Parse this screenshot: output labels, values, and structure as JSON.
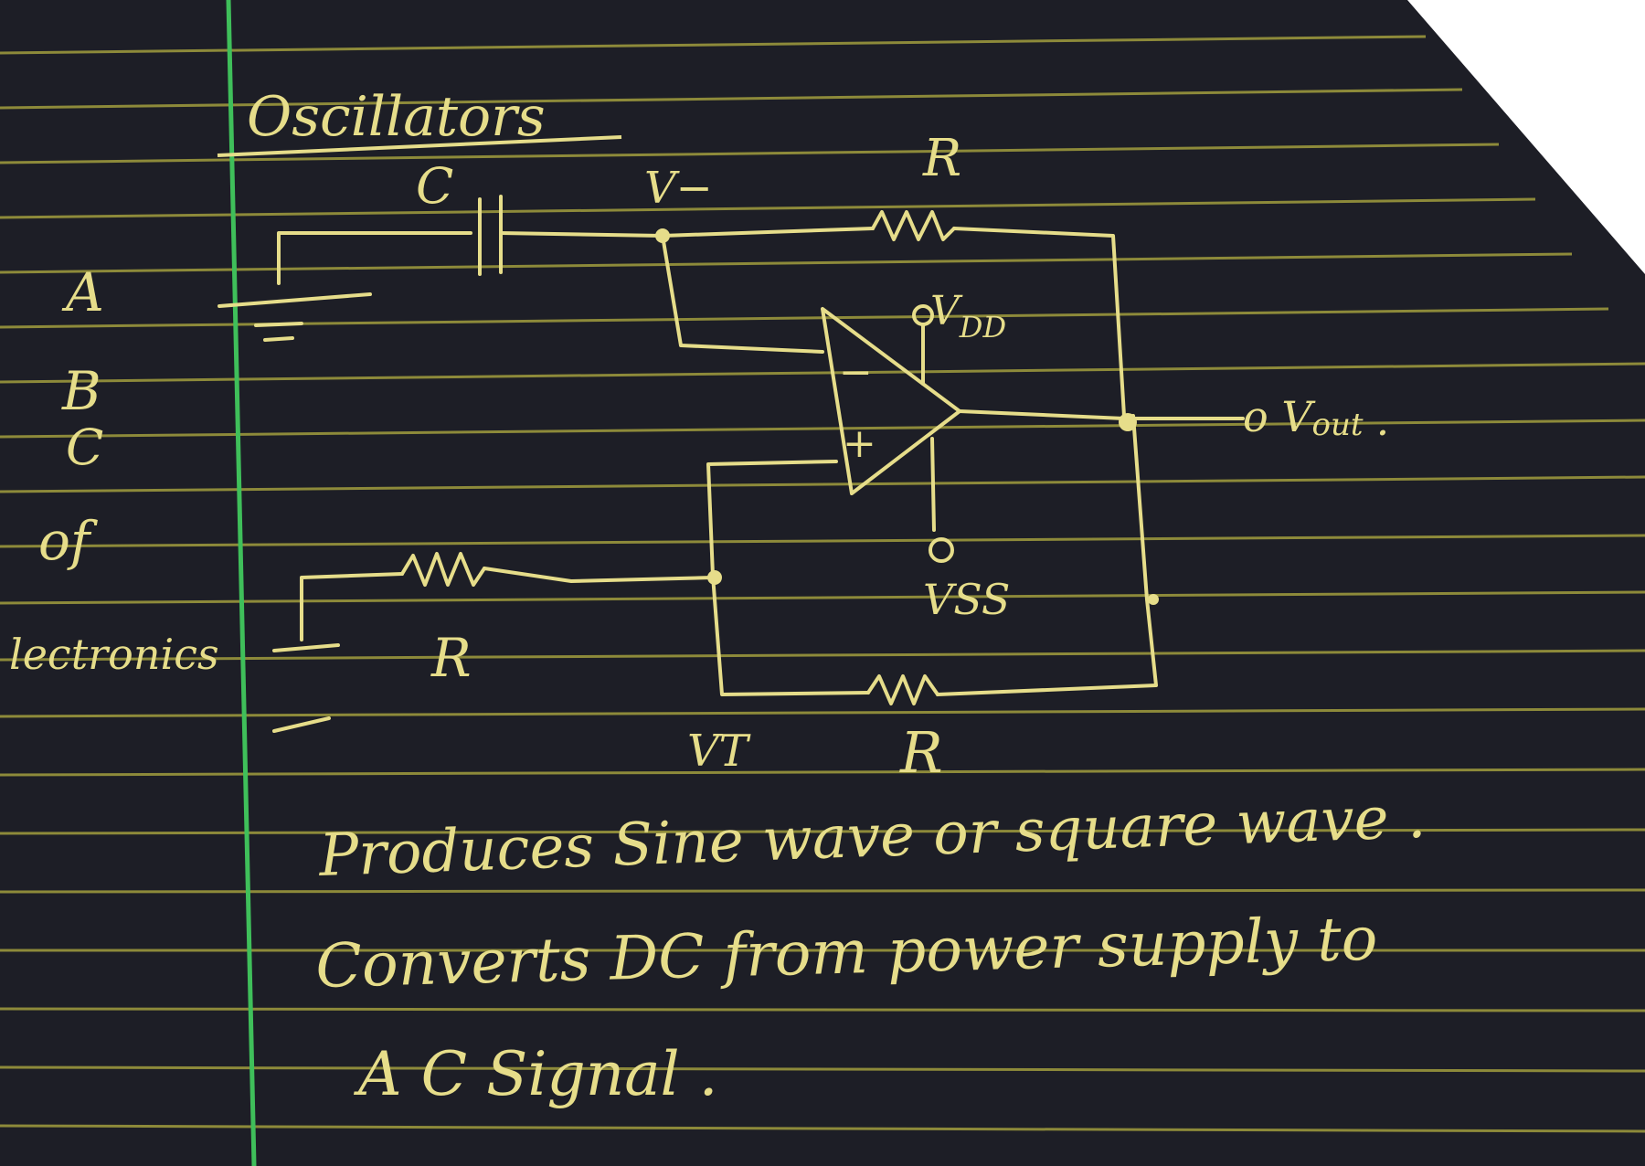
{
  "page": {
    "title": "Oscillators",
    "margin_letters": [
      "A",
      "B",
      "C",
      "of",
      "lectronics"
    ]
  },
  "circuit": {
    "capacitor_label": "C",
    "node_label": "V−",
    "feedback_resistor_label": "R",
    "supply_top_label": "V",
    "supply_top_subscript": "DD",
    "supply_bottom_label": "VSS",
    "minus_sign": "−",
    "plus_sign": "+",
    "output_label": "o V",
    "output_subscript": "out",
    "output_period": ".",
    "input_resistor_label": "R",
    "divider_resistor_label": "R",
    "vt_label": "VT"
  },
  "notes": {
    "line1": "Produces  Sine wave  or  square  wave .",
    "line2": "Converts  DC  from  power  supply  to",
    "line3": "A C  Signal ."
  },
  "colors": {
    "paper": "#1d1e26",
    "ruled_line": "#8d8a3a",
    "margin_line": "#3fbf5a",
    "ink": "#e6dd8a"
  }
}
